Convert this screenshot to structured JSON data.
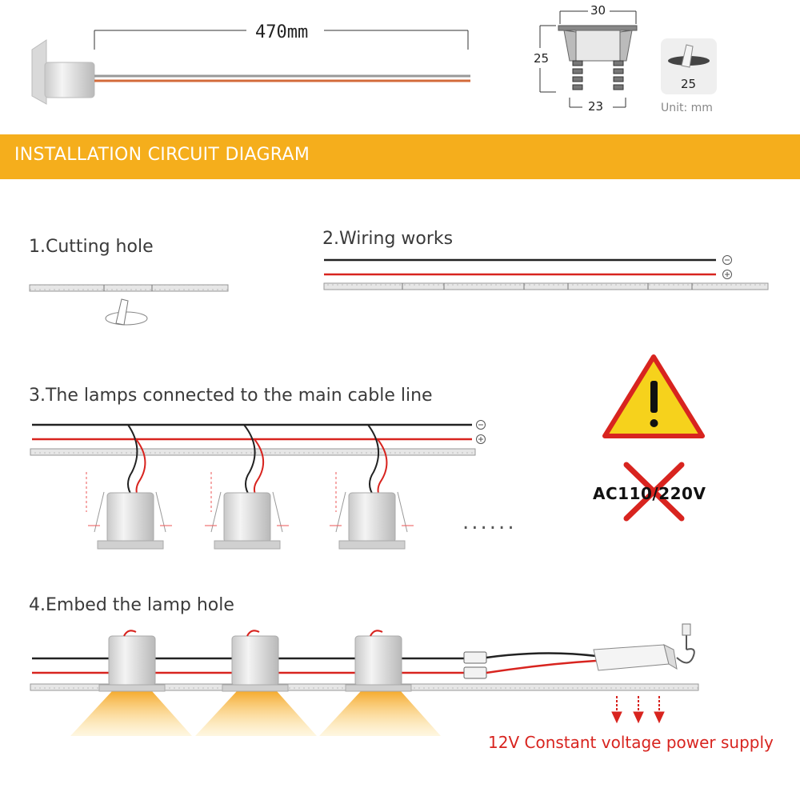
{
  "header": {
    "cable_length": "470mm",
    "dim_top": "30",
    "dim_side": "25",
    "dim_bottom": "23",
    "hole_size": "25",
    "unit": "Unit: mm"
  },
  "banner": {
    "title": "INSTALLATION CIRCUIT DIAGRAM"
  },
  "steps": [
    {
      "label": "1.Cutting hole"
    },
    {
      "label": "2.Wiring works"
    },
    {
      "label": "3.The lamps connected to the main cable line"
    },
    {
      "label": "4.Embed the lamp hole"
    }
  ],
  "warning": {
    "voltage": "AC110/220V"
  },
  "ellipsis": "......",
  "power_supply": {
    "label": "12V Constant voltage power supply"
  },
  "colors": {
    "banner": "#f5ae1c",
    "wire_negative": "#222222",
    "wire_positive": "#d8241f",
    "warning_fill": "#f6d21c",
    "light_glow": "#f7b731"
  }
}
